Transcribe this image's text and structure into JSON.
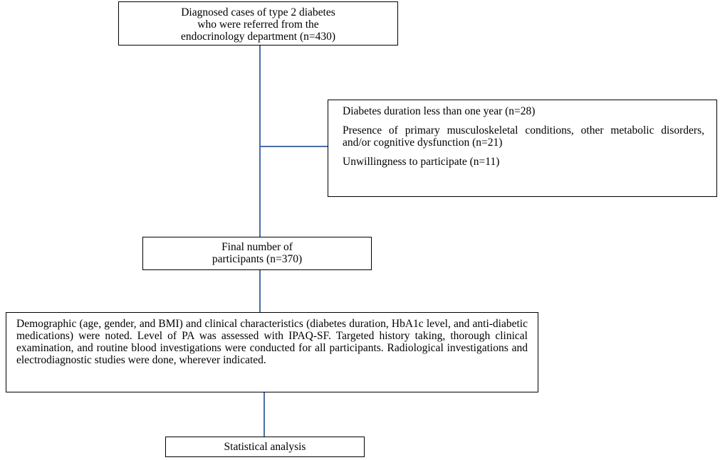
{
  "flowchart": {
    "diagnosed": {
      "line1": "Diagnosed cases of type 2 diabetes",
      "line2": "who were referred from the",
      "line3": "endocrinology department (n=430)"
    },
    "exclusions": {
      "duration": "Diabetes duration less than one year (n=28)",
      "conditions": "Presence of primary musculoskeletal conditions, other metabolic disorders, and/or cognitive dysfunction (n=21)",
      "unwilling": "Unwillingness to participate (n=11)"
    },
    "final": {
      "line1": "Final number of",
      "line2": "participants (n=370)"
    },
    "methods": {
      "text": "Demographic (age, gender, and BMI) and clinical characteristics (diabetes duration, HbA1c level, and anti-diabetic medications) were noted. Level of PA was assessed with IPAQ-SF. Targeted history taking, thorough clinical examination, and routine blood investigations were conducted for all participants. Radiological investigations and electrodiagnostic studies were done, wherever indicated."
    },
    "statistics": {
      "label": "Statistical analysis"
    }
  },
  "colors": {
    "connector": "#4a6fa5",
    "border": "#000000"
  }
}
